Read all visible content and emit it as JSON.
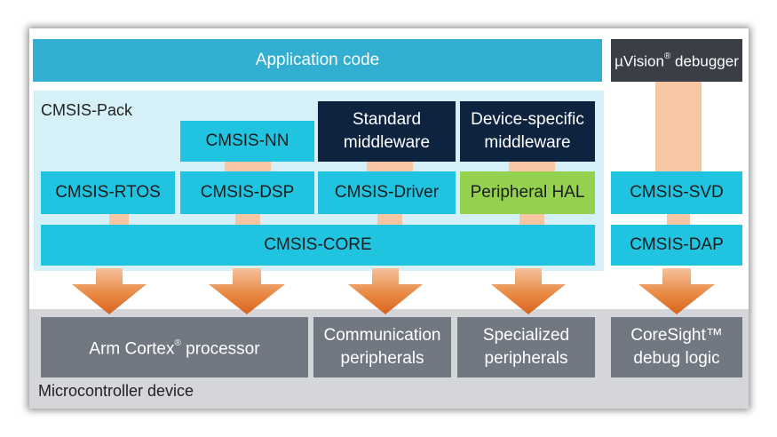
{
  "top": {
    "application_code": "Application code",
    "debugger_prefix": "µVision",
    "debugger_reg": "®",
    "debugger_suffix": " debugger"
  },
  "pack": {
    "title": "CMSIS-Pack",
    "nn": "CMSIS-NN",
    "standard_middleware_1": "Standard",
    "standard_middleware_2": "middleware",
    "device_middleware_1": "Device-specific",
    "device_middleware_2": "middleware",
    "rtos": "CMSIS-RTOS",
    "dsp": "CMSIS-DSP",
    "driver": "CMSIS-Driver",
    "hal": "Peripheral HAL",
    "core": "CMSIS-CORE"
  },
  "debug": {
    "svd": "CMSIS-SVD",
    "dap": "CMSIS-DAP"
  },
  "device": {
    "title": "Microcontroller device",
    "processor_prefix": "Arm Cortex",
    "processor_reg": "®",
    "processor_suffix": " processor",
    "comm_1": "Communication",
    "comm_2": "peripherals",
    "spec_1": "Specialized",
    "spec_2": "peripherals",
    "coresight_1": "CoreSight™",
    "coresight_2": "debug logic"
  },
  "colors": {
    "cyan": "#21c4e0",
    "navy": "#0d233f",
    "green": "#93d14e",
    "grey": "#717882",
    "arrow": "#e3742b"
  }
}
